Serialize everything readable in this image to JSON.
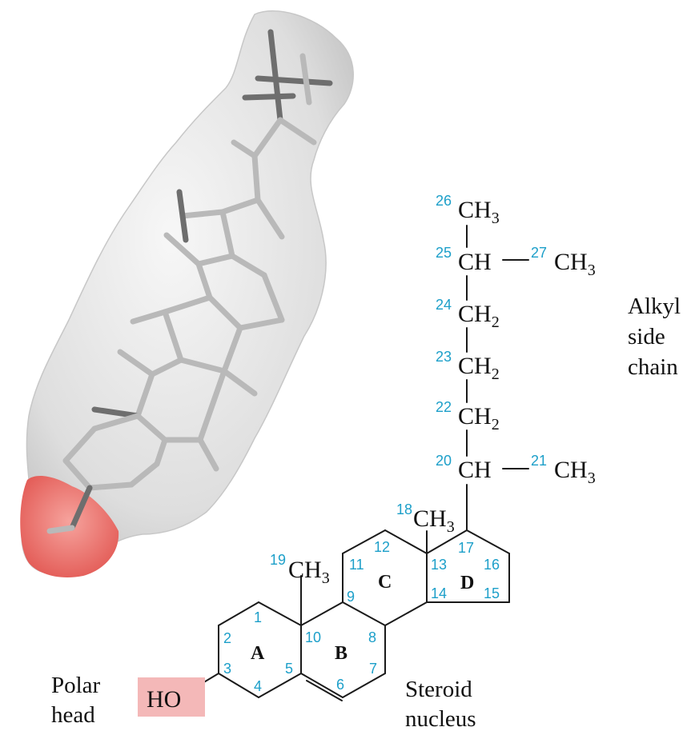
{
  "colors": {
    "locant": "#1c9fc9",
    "surface": "#dcdcdc",
    "oxygen": "#e8625d",
    "polar_highlight": "#f4b8b8"
  },
  "model": {
    "icon": "cholesterol-space-filling-model"
  },
  "structure": {
    "groups": {
      "c26": {
        "main": "CH",
        "sub": "3"
      },
      "c25": {
        "main": "CH"
      },
      "c27": {
        "main": "CH",
        "sub": "3"
      },
      "c24": {
        "main": "CH",
        "sub": "2"
      },
      "c23": {
        "main": "CH",
        "sub": "2"
      },
      "c22": {
        "main": "CH",
        "sub": "2"
      },
      "c20": {
        "main": "CH"
      },
      "c21": {
        "main": "CH",
        "sub": "3"
      },
      "c18": {
        "main": "CH",
        "sub": "3"
      },
      "c19": {
        "main": "CH",
        "sub": "3"
      },
      "ho": "HO"
    },
    "locants": {
      "n1": "1",
      "n2": "2",
      "n3": "3",
      "n4": "4",
      "n5": "5",
      "n6": "6",
      "n7": "7",
      "n8": "8",
      "n9": "9",
      "n10": "10",
      "n11": "11",
      "n12": "12",
      "n13": "13",
      "n14": "14",
      "n15": "15",
      "n16": "16",
      "n17": "17",
      "n18": "18",
      "n19": "19",
      "n20": "20",
      "n21": "21",
      "n22": "22",
      "n23": "23",
      "n24": "24",
      "n25": "25",
      "n26": "26",
      "n27": "27"
    },
    "rings": {
      "a": "A",
      "b": "B",
      "c": "C",
      "d": "D"
    }
  },
  "labels": {
    "alkyl": [
      "Alkyl",
      "side",
      "chain"
    ],
    "polar": [
      "Polar",
      "head"
    ],
    "steroid": [
      "Steroid",
      "nucleus"
    ]
  }
}
